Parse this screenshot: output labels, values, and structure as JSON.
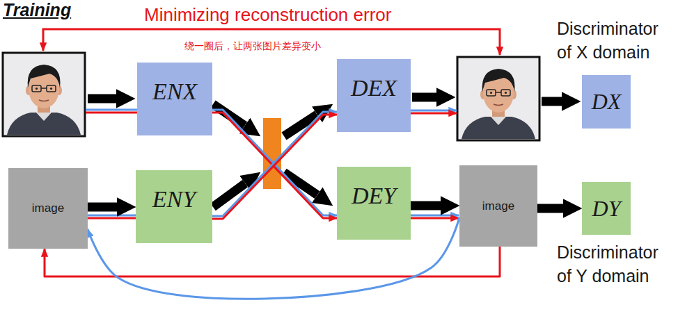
{
  "diagram": {
    "title": "Training",
    "nodes": [
      {
        "text": [
          "ENX"
        ]
      },
      {
        "text": [
          "DEX"
        ]
      },
      {
        "text": [
          "DX"
        ]
      },
      {
        "text": [
          "image"
        ]
      },
      {
        "text": [
          "ENY"
        ]
      },
      {
        "text": [
          "DEY"
        ]
      },
      {
        "text": [
          "image"
        ]
      },
      {
        "text": [
          "DY"
        ]
      }
    ],
    "edges": [
      {
        "from": 3,
        "to": 4,
        "arrow": "to"
      },
      {
        "from": 5,
        "to": 6,
        "arrow": "to"
      },
      {
        "from": 6,
        "to": 7,
        "arrow": "to"
      },
      {
        "from": 0,
        "to": 5,
        "arrow": "to"
      },
      {
        "from": 4,
        "to": 1,
        "arrow": "to"
      },
      {
        "from": 6,
        "to": 3,
        "arrow": "to"
      },
      {
        "from": 6,
        "to": 3,
        "arrow": "to"
      }
    ],
    "labels": [
      "Minimizing reconstruction error",
      "绕一圈后，让两张图片差异变小",
      "Discriminator of X domain",
      "Discriminator of Y domain"
    ]
  }
}
